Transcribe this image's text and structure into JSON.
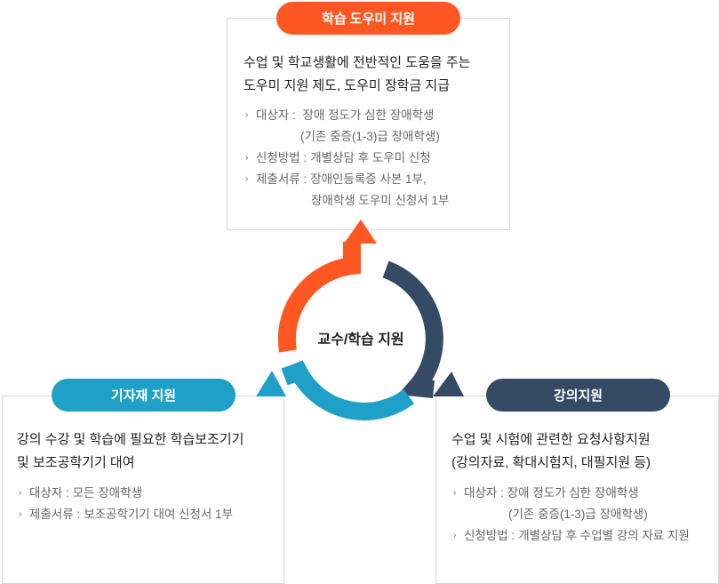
{
  "center": {
    "label": "교수/학습 지원"
  },
  "colors": {
    "orange": "#ff5722",
    "navy": "#344a65",
    "blue": "#1fa0c8"
  },
  "top": {
    "title": "학습 도우미 지원",
    "desc": [
      "수업 및 학교생활에 전반적인 도움을 주는",
      "도우미 지원 제도, 도우미 장학금 지급"
    ],
    "items": [
      {
        "label": "대상자 :",
        "value": "장애 정도가 심한 장애학생",
        "cont": "(기존 중증(1-3)급 장애학생)"
      },
      {
        "label": "신청방법 :",
        "value": "개별상담 후 도우미 신청"
      },
      {
        "label": "제출서류 :",
        "value": "장애인등록증 사본 1부,",
        "cont": "장애학생 도우미 신청서 1부"
      }
    ]
  },
  "left": {
    "title": "기자재 지원",
    "desc": [
      "강의 수강 및 학습에 필요한 학습보조기기",
      "및 보조공학기기 대여"
    ],
    "items": [
      {
        "label": "대상자 :",
        "value": "모든 장애학생"
      },
      {
        "label": "제출서류 :",
        "value": "보조공학기기 대여 신청서 1부"
      }
    ]
  },
  "right": {
    "title": "강의지원",
    "desc": [
      "수업 및 시험에 관련한 요청사항지원",
      "(강의자료, 확대시험지, 대필지원 등)"
    ],
    "items": [
      {
        "label": "대상자 :",
        "value": "장애 정도가 심한 장애학생",
        "cont": "(기존 중증(1-3)급 장애학생)"
      },
      {
        "label": "신청방법 :",
        "value": "개별상담 후 수업별 강의 자료 지원"
      }
    ]
  }
}
